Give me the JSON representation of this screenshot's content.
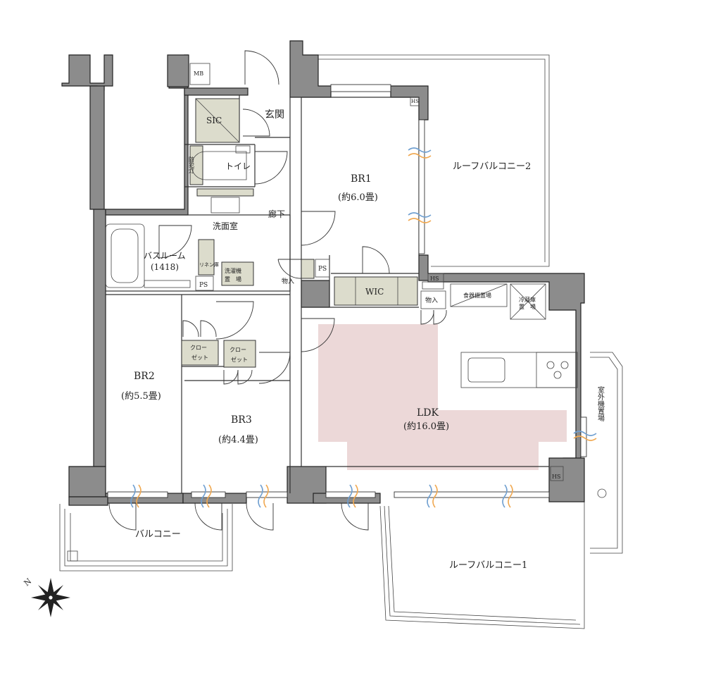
{
  "rooms": {
    "entrance": "玄関",
    "sic": "SIC",
    "mb": "MB",
    "toilet": "トイレ",
    "security": "防犯灯",
    "corridor": "廊下",
    "washroom": "洗面室",
    "bathroom": "バスルーム",
    "bathroom_size": "(1418)",
    "linen": "リネン庫",
    "washer_line1": "洗濯機",
    "washer_line2": "置　場",
    "ps1": "PS",
    "ps2": "PS",
    "storage1": "物入",
    "storage2": "物入",
    "br1": "BR1",
    "br1_size": "(約6.0畳)",
    "wic": "WIC",
    "br2": "BR2",
    "br2_size": "(約5.5畳)",
    "br3": "BR3",
    "br3_size": "(約4.4畳)",
    "closet_a_line1": "クロー",
    "closet_a_line2": "ゼット",
    "closet_b_line1": "クロー",
    "closet_b_line2": "ゼット",
    "ldk": "LDK",
    "ldk_size": "(約16.0畳)",
    "hs1": "HS",
    "hs2": "HS",
    "hs3": "HS",
    "cupboard": "食器棚置場",
    "fridge_line1": "冷蔵庫",
    "fridge_line2": "置　場",
    "outdoor_unit": "室外機置場",
    "roof_balcony_1": "ルーフバルコニー1",
    "roof_balcony_2": "ルーフバルコニー2",
    "balcony": "バルコニー"
  },
  "compass": {
    "north_label": "N"
  },
  "colors": {
    "wall": "#8c8c8c",
    "storage": "#dcdccc",
    "ldk_highlight": "#ecd8d8",
    "vent_blue": "#6f9fd0",
    "vent_orange": "#f0a850"
  }
}
